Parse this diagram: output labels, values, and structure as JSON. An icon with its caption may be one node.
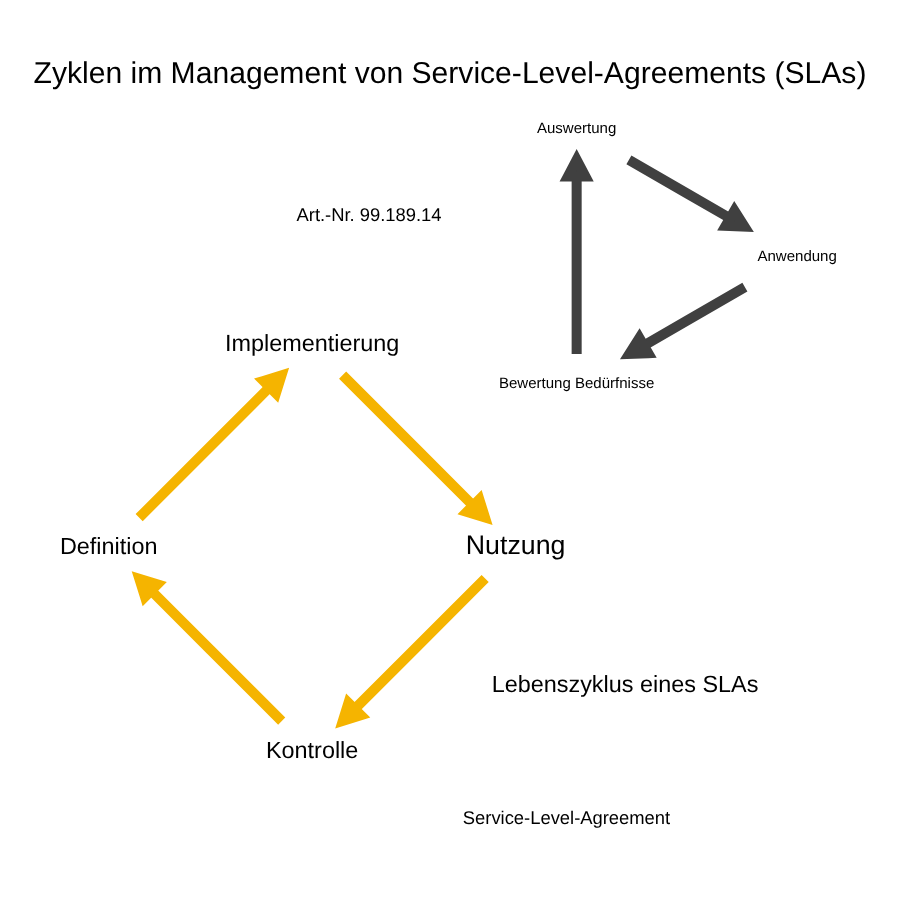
{
  "diagram": {
    "title": "Zyklen im Management von Service-Level-Agreements (SLAs)",
    "nodes": [
      {
        "text": [
          "Kontrolle"
        ]
      },
      {
        "text": [
          "Definition"
        ]
      },
      {
        "text": [
          "Implementierung"
        ]
      },
      {
        "text": [
          "Nutzung"
        ]
      },
      {
        "text": [
          "Bewertung Bedürfnisse"
        ]
      },
      {
        "text": [
          "Auswertung"
        ]
      },
      {
        "text": [
          "Anwendung"
        ]
      }
    ],
    "edges": [
      {
        "from": 0,
        "to": 1,
        "arrow": "to"
      },
      {
        "from": 1,
        "to": 2,
        "arrow": "to"
      },
      {
        "from": 2,
        "to": 3,
        "arrow": "to"
      },
      {
        "from": 3,
        "to": 0,
        "arrow": "to"
      },
      {
        "from": 4,
        "to": 5,
        "arrow": "to",
        "color": "#404040"
      },
      {
        "from": 5,
        "to": 6,
        "arrow": "to",
        "color": "#404040"
      },
      {
        "from": 6,
        "to": 4,
        "arrow": "to",
        "color": "#404040"
      }
    ],
    "labels": [
      "Lebenszyklus eines SLAs",
      "Service-Level-Agreement",
      "Art.-Nr. 99.189.14"
    ]
  }
}
